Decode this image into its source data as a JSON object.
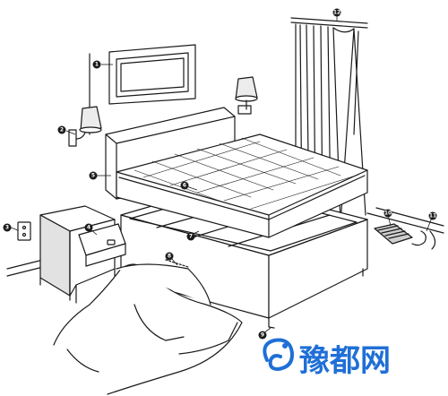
{
  "markers": [
    {
      "id": "1",
      "label": "1"
    },
    {
      "id": "2",
      "label": "2"
    },
    {
      "id": "3",
      "label": "3"
    },
    {
      "id": "4",
      "label": "4"
    },
    {
      "id": "5",
      "label": "5"
    },
    {
      "id": "6",
      "label": "6"
    },
    {
      "id": "7",
      "label": "7"
    },
    {
      "id": "8",
      "label": "8"
    },
    {
      "id": "9",
      "label": "9"
    },
    {
      "id": "10",
      "label": "10"
    },
    {
      "id": "11",
      "label": "11"
    },
    {
      "id": "12",
      "label": "12"
    }
  ],
  "watermark": {
    "text": "豫都网",
    "color": "#1f6fd6",
    "logo_icon": "swirl-logo-icon"
  },
  "colors": {
    "line": "#1a1a1a",
    "shade": "#d9d9d9",
    "marker": "#1a1a1a"
  }
}
